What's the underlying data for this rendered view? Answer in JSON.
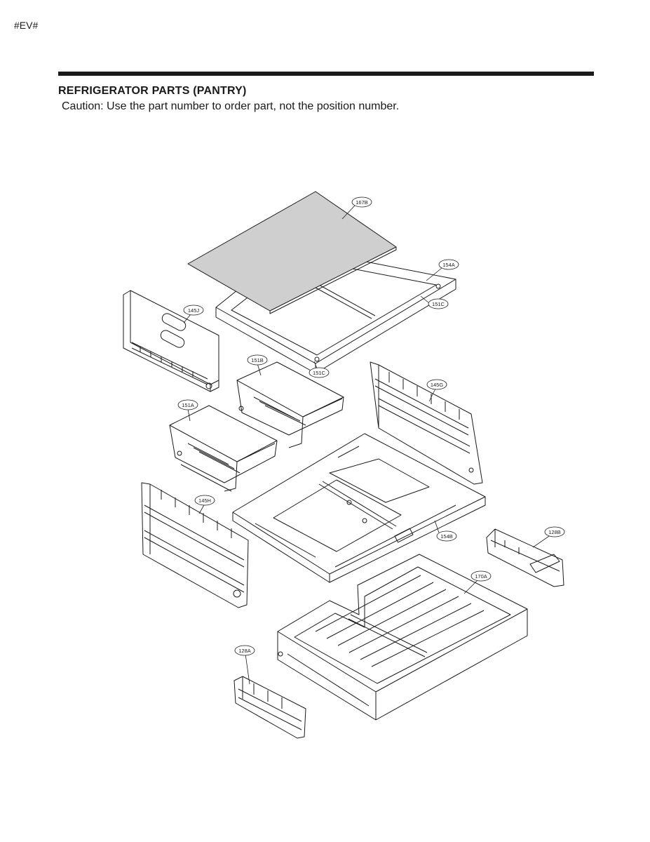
{
  "header": {
    "page_code": "#EV#",
    "title": "REFRIGERATOR PARTS (PANTRY)",
    "caution": "Caution: Use the part number to order part, not the position number."
  },
  "parts": {
    "p167B": "167B",
    "p154A": "154A",
    "p151C_top": "151C",
    "p145J": "145J",
    "p151C_mid": "151C",
    "p151B": "151B",
    "p145G": "145G",
    "p151A": "151A",
    "p145H": "145H",
    "p154B": "154B",
    "p128B": "128B",
    "p170A": "170A",
    "p128A": "128A"
  },
  "colors": {
    "ink": "#1a1a1a",
    "glass": "#cfcfcf"
  }
}
